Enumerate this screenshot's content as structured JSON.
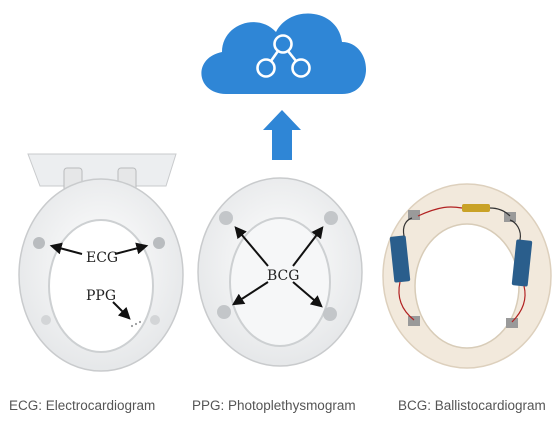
{
  "colors": {
    "cloud": "#2f86d6",
    "arrow_up": "#2f86d6",
    "seat": "#f1f2f3",
    "seat_shadow": "#c9cbcd",
    "board": "#f2e9dc",
    "pcb": "#2a5e8c"
  },
  "icons": {
    "cloud": "cloud-network-icon",
    "upload_arrow": "arrow-up-icon"
  },
  "seats": {
    "ecg": {
      "labels": [
        "ECG",
        "PPG"
      ]
    },
    "bcg": {
      "label": "BCG"
    }
  },
  "captions": {
    "ecg": "ECG: Electrocardiogram",
    "ppg": "PPG: Photoplethysmogram",
    "bcg": "BCG: Ballistocardiogram"
  }
}
